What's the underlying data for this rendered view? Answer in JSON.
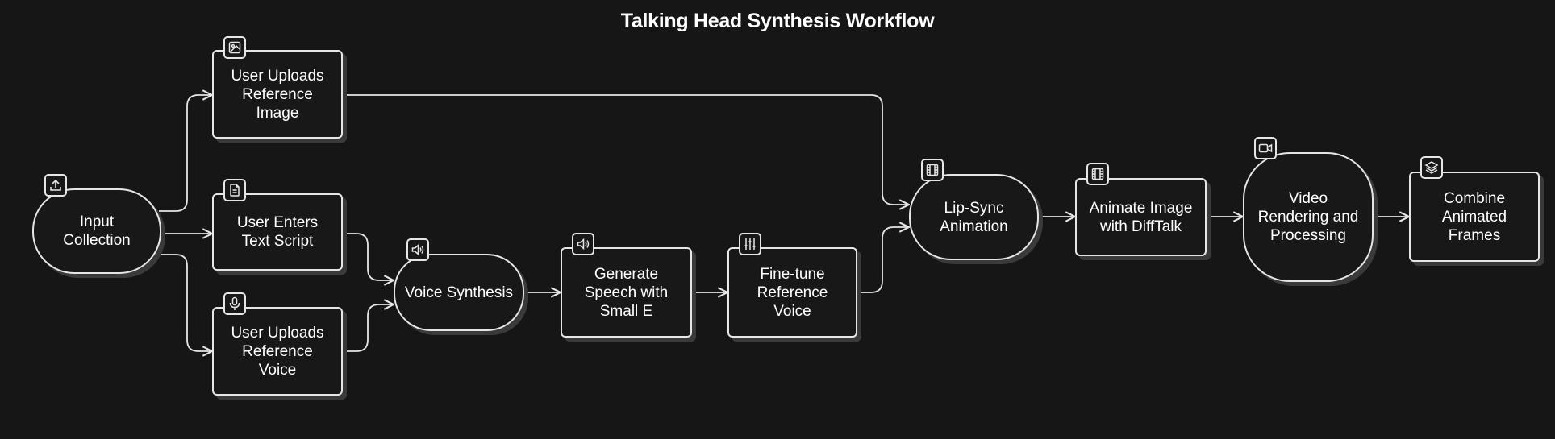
{
  "title": "Talking Head Synthesis Workflow",
  "nodes": {
    "input_collection": {
      "label": "Input\nCollection",
      "icon": "upload-icon"
    },
    "upload_image": {
      "label": "User Uploads\nReference\nImage",
      "icon": "image-icon"
    },
    "enter_script": {
      "label": "User Enters\nText Script",
      "icon": "document-icon"
    },
    "upload_voice": {
      "label": "User Uploads\nReference\nVoice",
      "icon": "microphone-icon"
    },
    "voice_synthesis": {
      "label": "Voice Synthesis",
      "icon": "speaker-icon"
    },
    "generate_speech": {
      "label": "Generate\nSpeech with\nSmall E",
      "icon": "speaker-icon"
    },
    "finetune_voice": {
      "label": "Fine-tune\nReference\nVoice",
      "icon": "sliders-icon"
    },
    "lip_sync": {
      "label": "Lip-Sync\nAnimation",
      "icon": "film-icon"
    },
    "animate_image": {
      "label": "Animate Image\nwith DiffTalk",
      "icon": "film-icon"
    },
    "video_rendering": {
      "label": "Video\nRendering and\nProcessing",
      "icon": "video-camera-icon"
    },
    "combine_frames": {
      "label": "Combine\nAnimated\nFrames",
      "icon": "layers-icon"
    }
  },
  "edges": [
    [
      "input_collection",
      "upload_image"
    ],
    [
      "input_collection",
      "enter_script"
    ],
    [
      "input_collection",
      "upload_voice"
    ],
    [
      "enter_script",
      "voice_synthesis"
    ],
    [
      "upload_voice",
      "voice_synthesis"
    ],
    [
      "voice_synthesis",
      "generate_speech"
    ],
    [
      "generate_speech",
      "finetune_voice"
    ],
    [
      "finetune_voice",
      "lip_sync"
    ],
    [
      "upload_image",
      "lip_sync"
    ],
    [
      "lip_sync",
      "animate_image"
    ],
    [
      "animate_image",
      "video_rendering"
    ],
    [
      "video_rendering",
      "combine_frames"
    ]
  ],
  "colors": {
    "background": "#161616",
    "stroke": "#e6e6e6",
    "shadow": "#3a3a3a"
  }
}
